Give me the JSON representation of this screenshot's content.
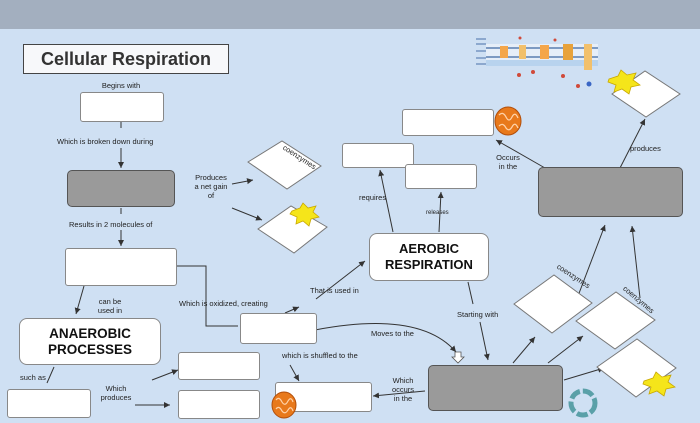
{
  "title": "Cellular Respiration",
  "labels": {
    "begins_with": "Begins with",
    "broken_down": "Which is broken down during",
    "produces_net_gain": "Produces\na net gain\nof",
    "results_in": "Results in 2 molecules of",
    "can_be_used_in": "can be\nused in",
    "oxidized_creating": "Which is oxidized, creating",
    "that_is_used_in": "That is used in",
    "requires": "requires",
    "releases": "releases",
    "occurs_in_the": "Occurs\nin the",
    "produces_right": "produces",
    "starting_with": "Starting with",
    "moves_to_the": "Moves to the",
    "shuffled_to_the": "which is shuffled to the",
    "which_occurs_in_the": "Which\noccurs\nin the",
    "such_as": "such as",
    "which_produces": "Which\nproduces",
    "coenzymes": "coenzymes"
  },
  "concepts": {
    "aerobic": "AEROBIC\nRESPIRATION",
    "anaerobic": "ANAEROBIC\nPROCESSES"
  },
  "colors": {
    "background": "#cfe0f3",
    "topbar": "#a3afbf",
    "gray_box": "#9a9a9a",
    "star": "#f5e51a",
    "mitochondria": "#e8791b"
  },
  "icons": [
    "star-icon",
    "mitochondria-icon",
    "membrane-diagram-icon",
    "cycle-icon"
  ]
}
